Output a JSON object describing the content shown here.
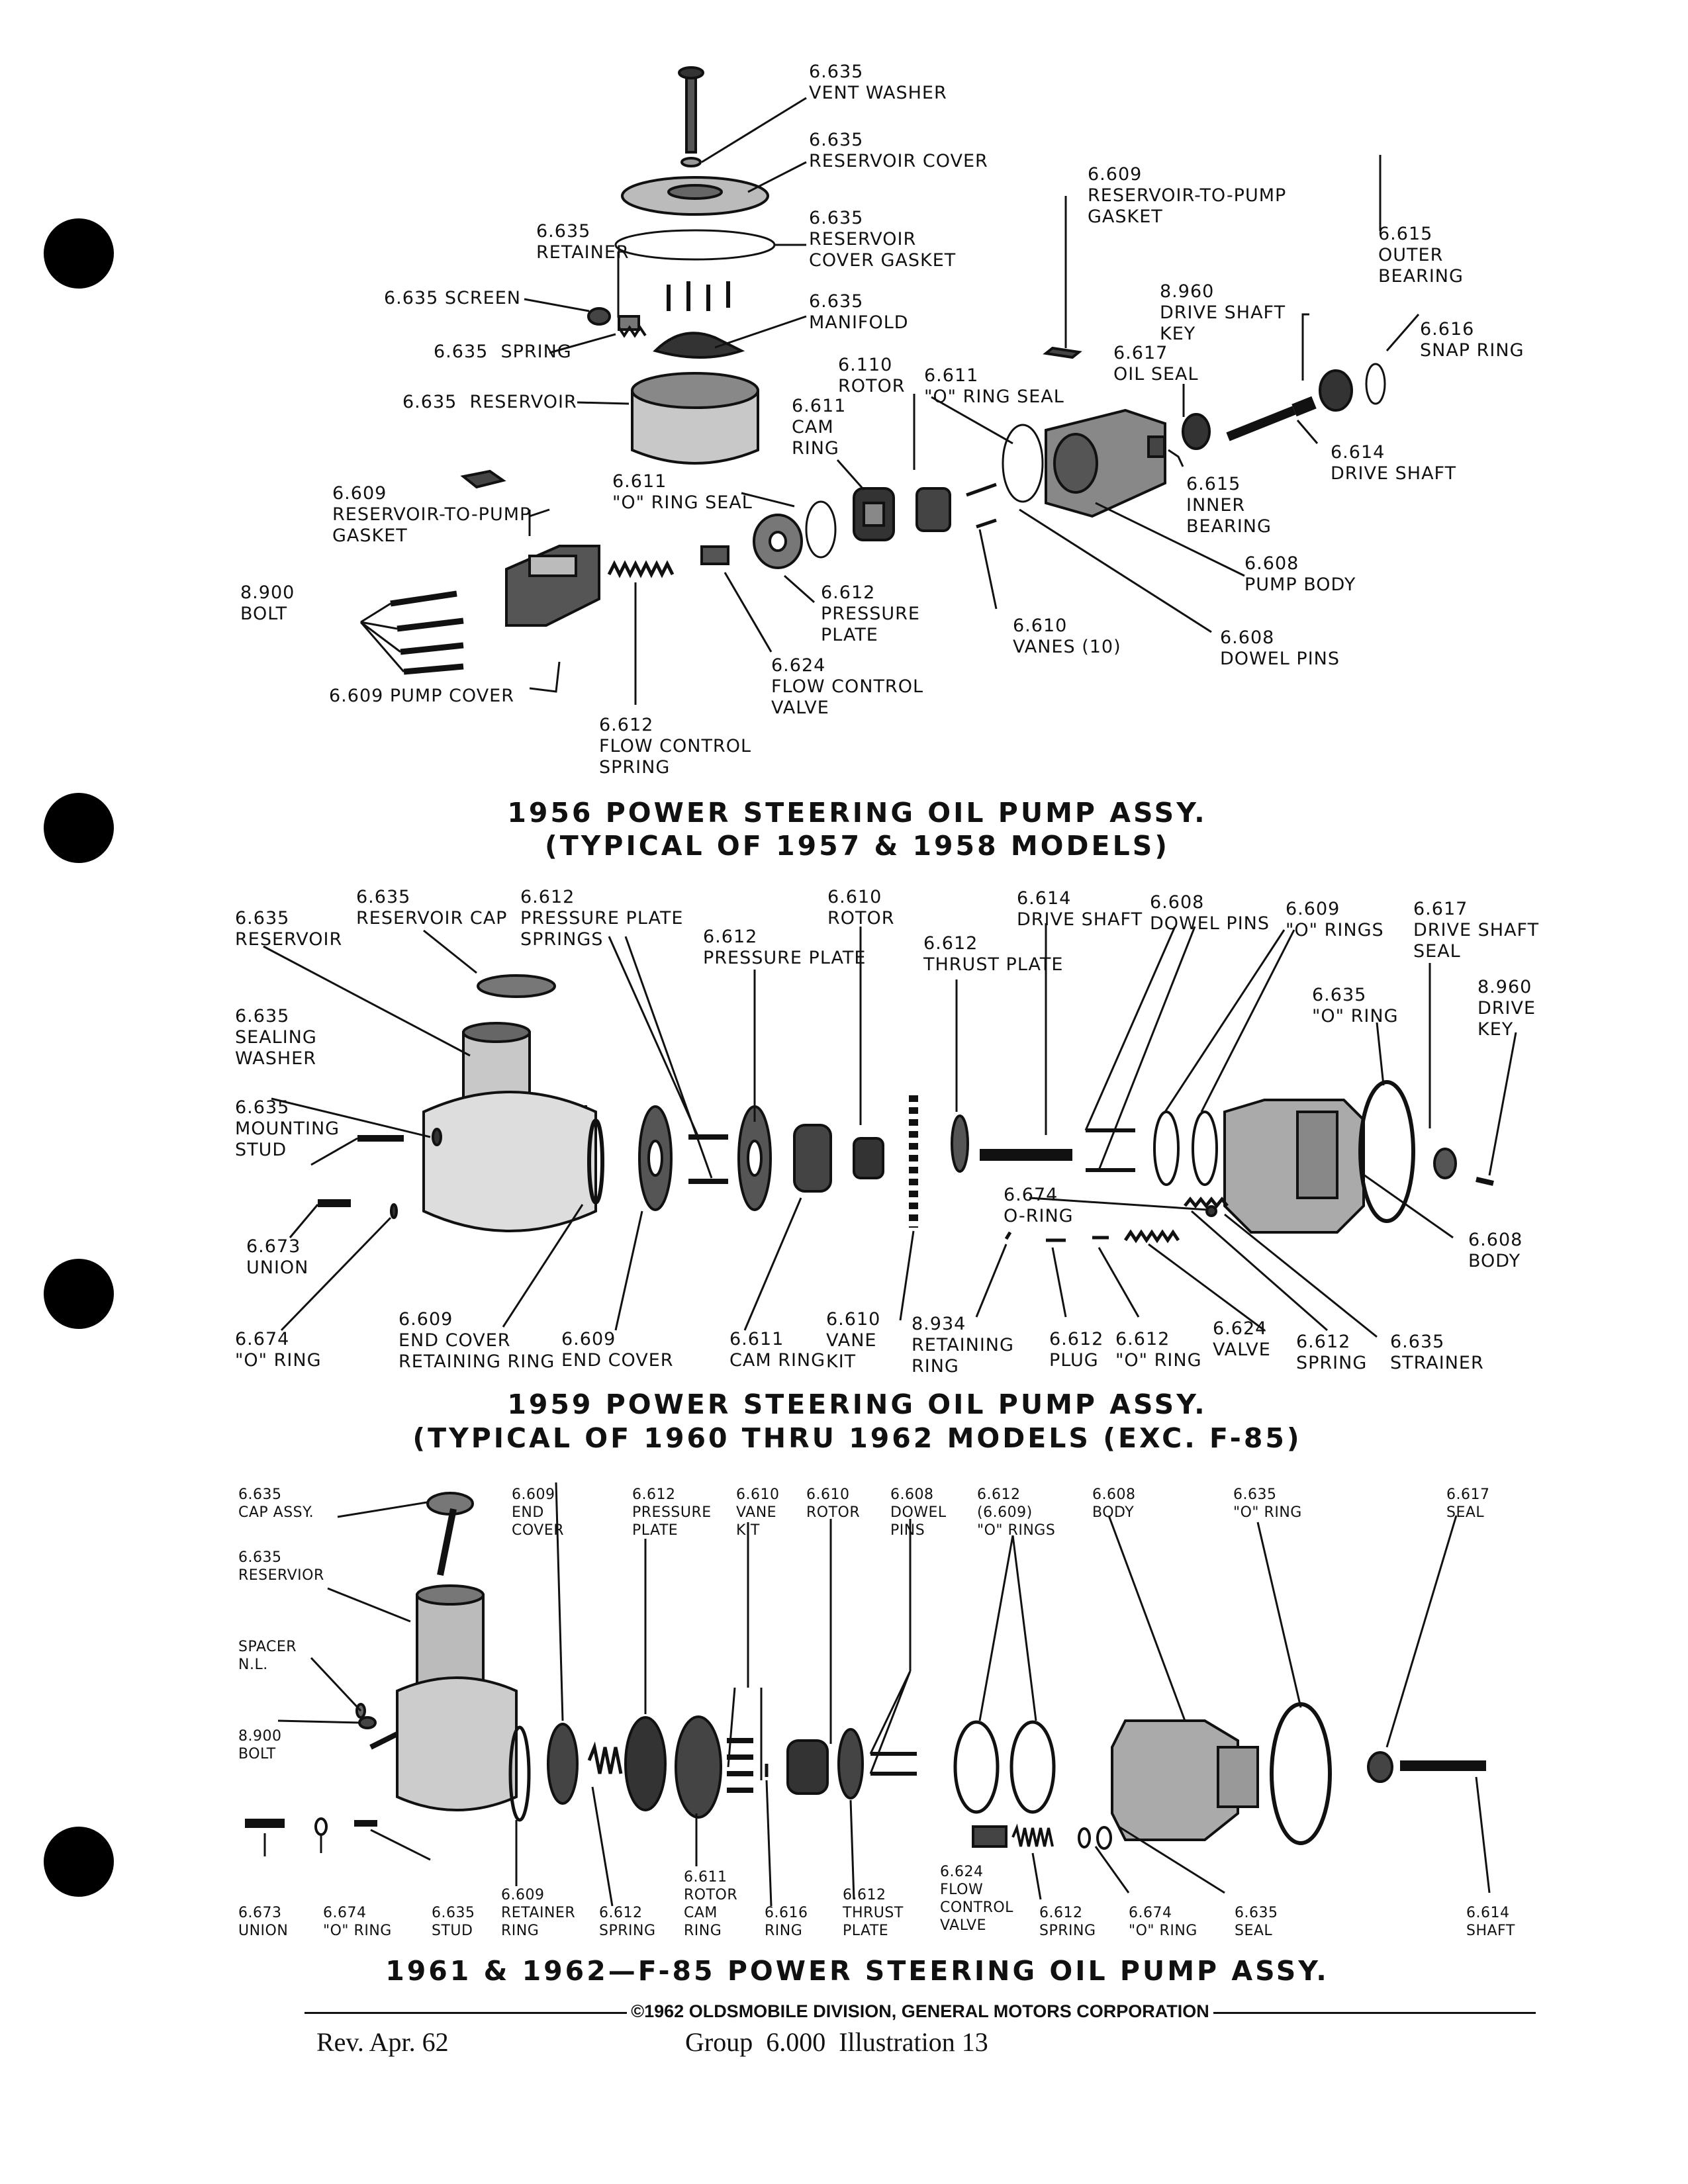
{
  "fig1": {
    "title_line1": "1956 POWER STEERING OIL PUMP ASSY.",
    "title_line2": "(TYPICAL OF 1957 & 1958 MODELS)",
    "labels": {
      "vent_washer": "6.635\nVENT WASHER",
      "reservoir_cover": "6.635\nRESERVOIR COVER",
      "retainer": "6.635\nRETAINER",
      "reservoir_cover_gasket": "6.635\nRESERVOIR\nCOVER GASKET",
      "screen": "6.635 SCREEN",
      "manifold": "6.635\nMANIFOLD",
      "spring": "6.635  SPRING",
      "reservoir": "6.635  RESERVOIR",
      "rotor": "6.110\nROTOR",
      "q_ring_seal": "6.611\n\"Q\" RING SEAL",
      "cam_ring": "6.611\nCAM\nRING",
      "reservoir_to_pump_gasket_top": "6.609\nRESERVOIR-TO-PUMP\nGASKET",
      "drive_shaft_key": "8.960\nDRIVE SHAFT\nKEY",
      "oil_seal": "6.617\nOIL SEAL",
      "outer_bearing": "6.615\nOUTER\nBEARING",
      "snap_ring": "6.616\nSNAP RING",
      "drive_shaft": "6.614\nDRIVE SHAFT",
      "inner_bearing": "6.615\nINNER\nBEARING",
      "reservoir_to_pump_gasket_left": "6.609\nRESERVOIR-TO-PUMP\nGASKET",
      "o_ring_seal": "6.611\n\"O\" RING SEAL",
      "pump_body": "6.608\nPUMP BODY",
      "bolt": "8.900\nBOLT",
      "pressure_plate": "6.612\nPRESSURE\nPLATE",
      "vanes": "6.610\nVANES (10)",
      "dowel_pins": "6.608\nDOWEL PINS",
      "flow_control_valve": "6.624\nFLOW CONTROL\nVALVE",
      "pump_cover": "6.609 PUMP COVER",
      "flow_control_spring": "6.612\nFLOW CONTROL\nSPRING"
    }
  },
  "fig2": {
    "title_line1": "1959 POWER STEERING OIL PUMP ASSY.",
    "title_line2": "(TYPICAL OF 1960 THRU 1962 MODELS (EXC. F-85)",
    "labels": {
      "reservoir": "6.635\nRESERVOIR",
      "reservoir_cap": "6.635\nRESERVOIR CAP",
      "pressure_plate_springs": "6.612\nPRESSURE PLATE\nSPRINGS",
      "pressure_plate": "6.612\nPRESSURE PLATE",
      "rotor": "6.610\nROTOR",
      "thrust_plate": "6.612\nTHRUST PLATE",
      "drive_shaft": "6.614\nDRIVE SHAFT",
      "dowel_pins": "6.608\nDOWEL PINS",
      "o_rings": "6.609\n\"O\" RINGS",
      "drive_shaft_seal": "6.617\nDRIVE SHAFT\nSEAL",
      "o_ring_635": "6.635\n\"O\" RING",
      "drive_key": "8.960\nDRIVE\nKEY",
      "sealing_washer": "6.635\nSEALING\nWASHER",
      "mounting_stud": "6.635\nMOUNTING\nSTUD",
      "o_ring_674_a": "6.674\nO-RING",
      "body": "6.608\nBODY",
      "union": "6.673\nUNION",
      "o_ring_674": "6.674\n\"O\" RING",
      "end_cover_retaining_ring": "6.609\nEND COVER\nRETAINING RING",
      "end_cover": "6.609\nEND COVER",
      "cam_ring": "6.611\nCAM RING",
      "vane_kit": "6.610\nVANE\nKIT",
      "retaining_ring": "8.934\nRETAINING\nRING",
      "plug": "6.612\nPLUG",
      "o_ring_612": "6.612\n\"O\" RING",
      "valve": "6.624\nVALVE",
      "spring": "6.612\nSPRING",
      "strainer": "6.635\nSTRAINER"
    }
  },
  "fig3": {
    "title": "1961 & 1962—F-85 POWER STEERING OIL PUMP ASSY.",
    "labels": {
      "cap_assy": "6.635\nCAP ASSY.",
      "reservoir": "6.635\nRESERVIOR",
      "end_cover": "6.609\nEND\nCOVER",
      "pressure_plate": "6.612\nPRESSURE\nPLATE",
      "vane_kit": "6.610\nVANE\nKIT",
      "rotor": "6.610\nROTOR",
      "dowel_pins": "6.608\nDOWEL\nPINS",
      "o_rings": "6.612\n(6.609)\n\"O\" RINGS",
      "body": "6.608\nBODY",
      "o_ring_635": "6.635\n\"O\" RING",
      "seal_617": "6.617\nSEAL",
      "spacer": "SPACER\nN.L.",
      "bolt": "8.900\nBOLT",
      "union": "6.673\nUNION",
      "o_ring_674_left": "6.674\n\"O\" RING",
      "stud": "6.635\nSTUD",
      "retainer_ring": "6.609\nRETAINER\nRING",
      "spring_612_left": "6.612\nSPRING",
      "rotor_cam_ring": "6.611\nROTOR\nCAM\nRING",
      "ring_616": "6.616\nRING",
      "thrust_plate": "6.612\nTHRUST\nPLATE",
      "flow_control_valve": "6.624\nFLOW\nCONTROL\nVALVE",
      "spring_612_right": "6.612\nSPRING",
      "o_ring_674_right": "6.674\n\"O\" RING",
      "seal_635": "6.635\nSEAL",
      "shaft": "6.614\nSHAFT"
    }
  },
  "copyright": "©1962 OLDSMOBILE DIVISION, GENERAL MOTORS CORPORATION",
  "footer": {
    "rev": "Rev. Apr. 62",
    "group": "Group  6.000  Illustration 13"
  }
}
